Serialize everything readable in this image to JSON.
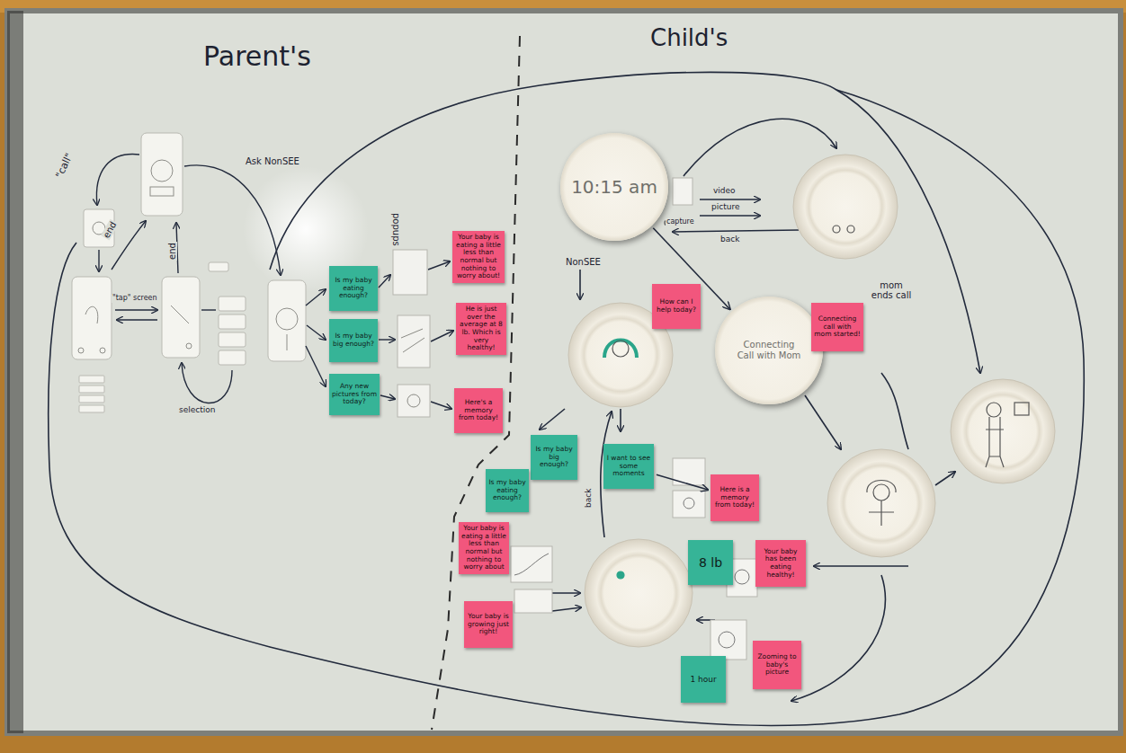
{
  "diagram": {
    "nodes": [
      {
        "text": [
          "Is my baby eating enough?"
        ]
      },
      {
        "text": [
          "Your baby is eating a little less than normal but nothing to worry about!"
        ]
      },
      {
        "text": [
          "Is my baby big enough?"
        ]
      },
      {
        "text": [
          "He is just over the average at 8 lb. Which is very healthy!"
        ]
      },
      {
        "text": [
          "Any new pictures from today?"
        ]
      },
      {
        "text": [
          "Here's a memory from today!"
        ]
      },
      {
        "text": [
          "10:15 am"
        ]
      },
      {
        "text": [
          "How can I help today?"
        ]
      },
      {
        "text": [
          "Connecting",
          "Call with Mom"
        ]
      },
      {
        "text": [
          "Connecting call with mom started!"
        ]
      },
      {
        "text": [
          "Is my baby big enough?"
        ]
      },
      {
        "text": [
          "Is my baby eating enough?"
        ]
      },
      {
        "text": [
          "Your baby is eating a little less than normal but nothing to worry about"
        ]
      },
      {
        "text": [
          "Your baby is growing just right!"
        ]
      },
      {
        "text": [
          "I want to see some moments"
        ]
      },
      {
        "text": [
          "Here is a memory from today!"
        ]
      },
      {
        "text": [
          "8 lb"
        ]
      },
      {
        "text": [
          "Your baby has been eating healthy!"
        ]
      },
      {
        "text": [
          "1 hour"
        ]
      },
      {
        "text": [
          "Zooming to baby's picture"
        ]
      }
    ],
    "edges": [
      {
        "from": 6,
        "to": 8,
        "arrow": "to"
      },
      {
        "from": 14,
        "to": 15,
        "arrow": "to"
      }
    ],
    "labels": [
      "Parent's",
      "Child's",
      "\"call\"",
      "end",
      "end",
      "\"tap\" screen",
      "Ask NonSEE",
      "popups",
      "selection",
      "video",
      "picture",
      "capture",
      "back",
      "NonSEE",
      "mom ends call",
      "back"
    ]
  }
}
